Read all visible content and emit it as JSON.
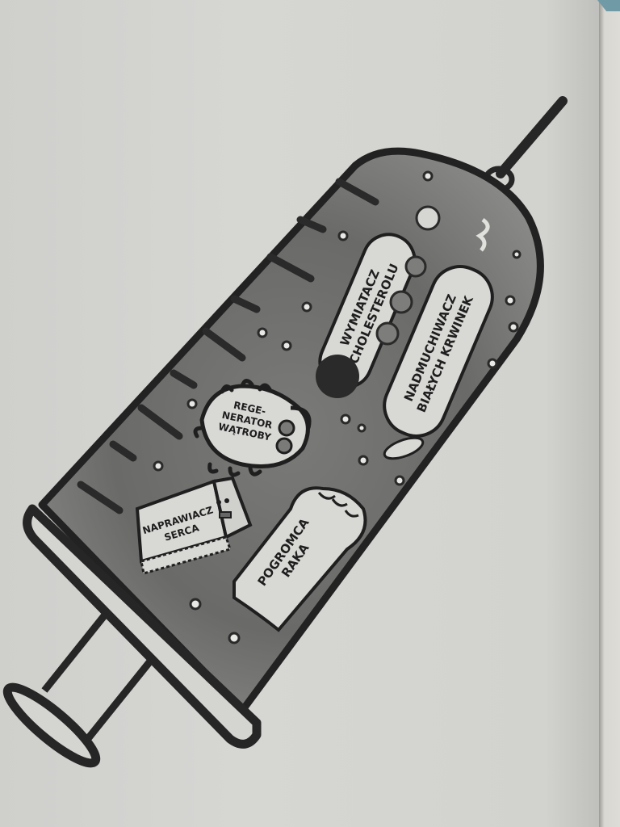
{
  "illustration": {
    "subject": "syringe",
    "labels": {
      "cholesterol_remover": [
        "WYMIATACZ",
        "CHOLESTEROLU"
      ],
      "white_cell_inflater": [
        "NADMUCHIWACZ",
        "BIAŁYCH KRWINEK"
      ],
      "liver_regenerator": [
        "REGE-",
        "NERATOR",
        "WĄTROBY"
      ],
      "heart_repairer": [
        "NAPRAWIACZ",
        "SERCA"
      ],
      "cancer_destroyer": [
        "POGROMCA",
        "RAKA"
      ]
    }
  },
  "colors": {
    "paper": "#d3d3d0",
    "ink": "#242424",
    "wash": "#6e6e6c",
    "bookmark": "#6f9aa6"
  }
}
